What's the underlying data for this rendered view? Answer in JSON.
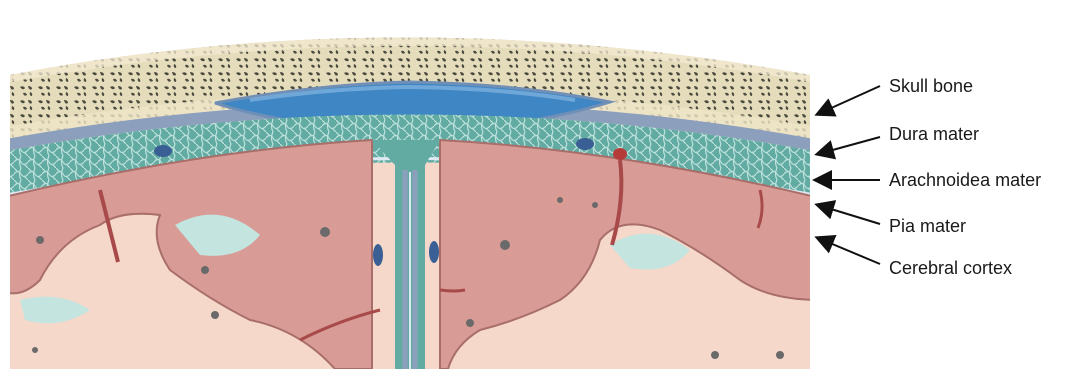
{
  "labels": [
    "Skull bone",
    "Dura mater",
    "Arachnoidea mater",
    "Pia mater",
    "Cerebral cortex"
  ],
  "colors": {
    "bone": "#ece3c4",
    "bone_pores": "#4b4a3f",
    "dura": "#8c9fbd",
    "sinus_blood": "#3f86c4",
    "arachnoid": "#5aa49d",
    "pia": "#dfe9f2",
    "cortex": "#d99b96",
    "white_matter": "#f6d8cb",
    "csf_pockets": "#c3e4df",
    "vessel": "#a84a4a",
    "arrow": "#111111"
  }
}
